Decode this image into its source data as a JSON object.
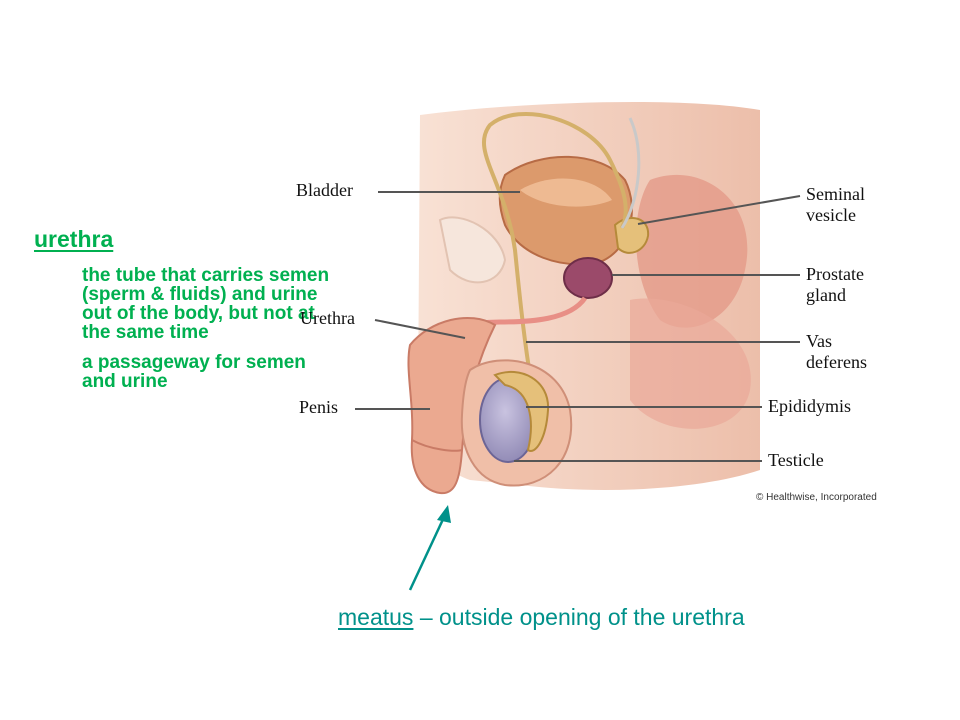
{
  "definition": {
    "term": "urethra",
    "points": [
      "the tube that carries semen (sperm & fluids) and urine out of the body, but not at the same time",
      "a passageway for semen and urine"
    ]
  },
  "diagram": {
    "labels": {
      "bladder": "Bladder",
      "urethra": "Urethra",
      "penis": "Penis",
      "seminal_vesicle_line1": "Seminal",
      "seminal_vesicle_line2": "vesicle",
      "prostate_line1": "Prostate",
      "prostate_line2": "gland",
      "vas_line1": "Vas",
      "vas_line2": "deferens",
      "epididymis": "Epididymis",
      "testicle": "Testicle"
    },
    "copyright": "© Healthwise, Incorporated"
  },
  "caption": {
    "term": "meatus",
    "separator": " – ",
    "text": "outside opening of the urethra"
  },
  "colors": {
    "definition_text": "#00b050",
    "caption_text": "#00918a",
    "arrow": "#00918a",
    "skin": "#f3c8b4",
    "tissue": "#e8a896"
  }
}
